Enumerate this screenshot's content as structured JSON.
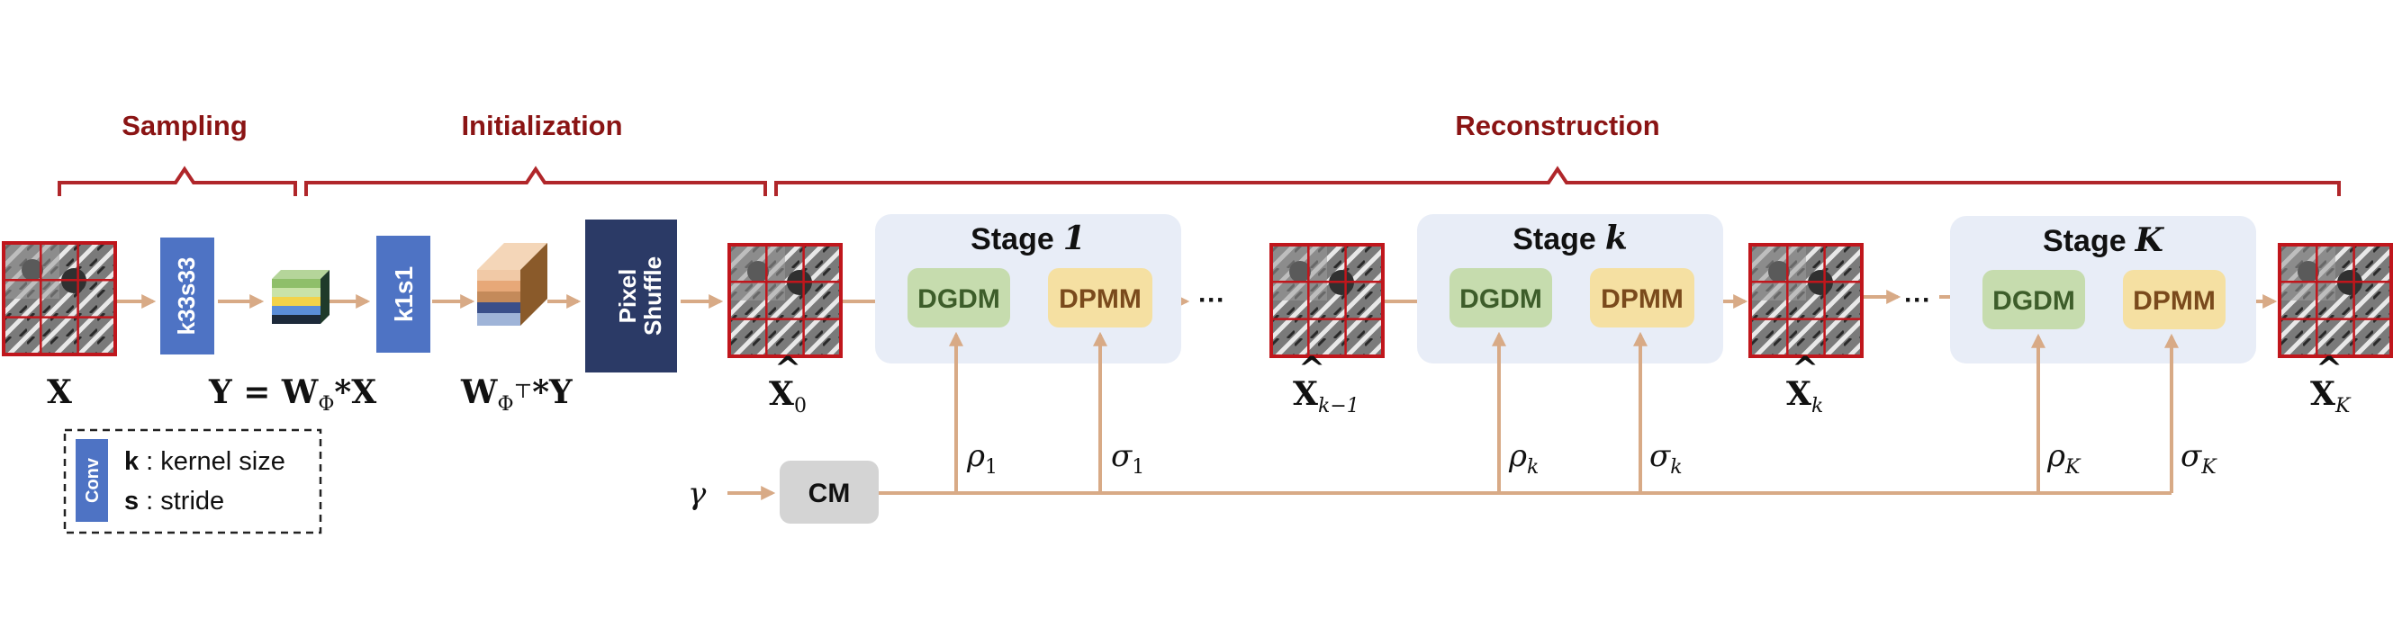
{
  "sections": {
    "sampling": "Sampling",
    "initialization": "Initialization",
    "reconstruction": "Reconstruction"
  },
  "blocks": {
    "sampling_conv": "k33s33",
    "init_conv": "k1s1",
    "pixel_shuffle_line1": "Pixel",
    "pixel_shuffle_line2": "Shuffle",
    "cm": "CM",
    "dgdm": "DGDM",
    "dpmm": "DPMM"
  },
  "stages": {
    "word": "Stage",
    "first": "1",
    "middle": "k",
    "last": "K"
  },
  "math": {
    "x": "X",
    "y_eq_base": "Y = W",
    "y_eq_sub": "Φ",
    "y_eq_tail": "*X",
    "wt_base": "W",
    "wt_sub": "Φ",
    "wt_sup": "⊤",
    "wt_tail": "*Y",
    "xhat": "X",
    "xhat_sub_0": "0",
    "xhat_sub_km1": "k−1",
    "xhat_sub_k": "k",
    "xhat_sub_K": "K",
    "gamma": "γ",
    "rho": "ρ",
    "sigma": "σ",
    "sub_1": "1",
    "sub_k": "k",
    "sub_K": "K"
  },
  "ellipsis": "···",
  "legend": {
    "conv_label": "Conv",
    "k_key": "k",
    "k_desc": ": kernel size",
    "s_key": "s",
    "s_desc": ": stride"
  },
  "colors": {
    "section_red": "#8a1414",
    "arrow": "#d8aa86",
    "conv_blue": "#4e73c4",
    "pixel_shuffle": "#2b3a66",
    "stage_bg": "#e8edf7",
    "dgdm_bg": "#c6dcae",
    "dgdm_text": "#3d5d2a",
    "dpmm_bg": "#f5e0a2",
    "dpmm_text": "#7a4a1c",
    "cm_bg": "#d4d4d4",
    "image_grid": "#c0161c"
  }
}
